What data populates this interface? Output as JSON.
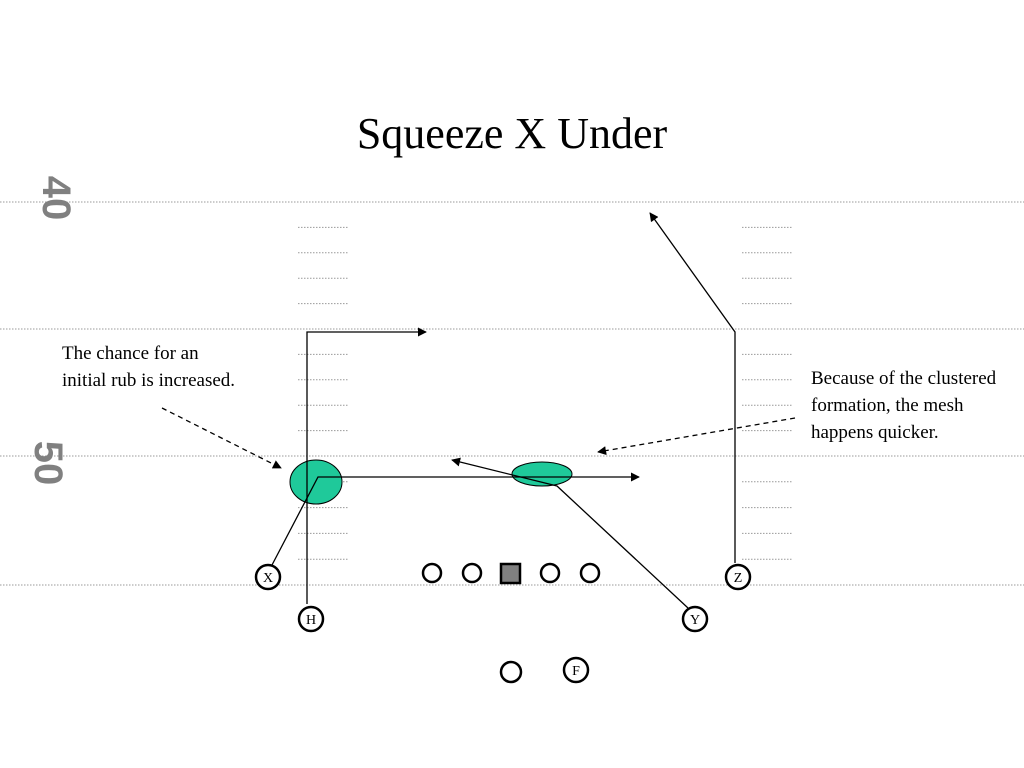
{
  "title": "Squeeze X Under",
  "yard_numbers": [
    "40",
    "50"
  ],
  "notes": {
    "left": "The chance for an initial rub is increased.",
    "right": "Because of the clustered formation, the mesh happens quicker."
  },
  "players": {
    "x": "X",
    "h": "H",
    "y": "Y",
    "z": "Z",
    "f": "F"
  },
  "colors": {
    "mesh_fill": "#1fc99a",
    "center_fill": "#808080",
    "yard_line": "#999999",
    "yard_number": "#808080"
  }
}
